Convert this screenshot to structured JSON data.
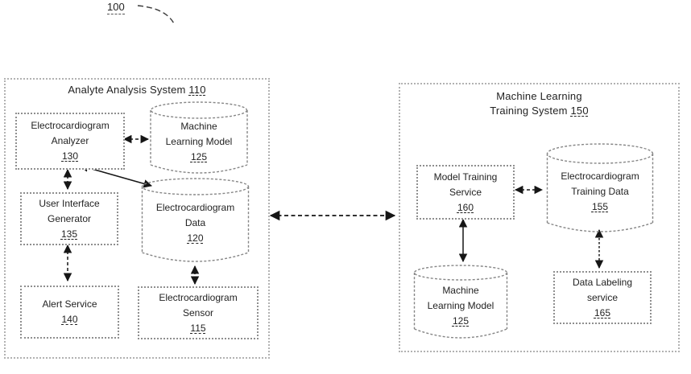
{
  "figure": {
    "ref": "100"
  },
  "analyte_system": {
    "title": "Analyte Analysis System",
    "number": "110",
    "nodes": {
      "analyzer": {
        "shape": "box",
        "lines": [
          "Electrocardiogram",
          "Analyzer"
        ],
        "number": "130"
      },
      "ml_model": {
        "shape": "cylinder",
        "lines": [
          "Machine",
          "Learning Model"
        ],
        "number": "125"
      },
      "ui_generator": {
        "shape": "box",
        "lines": [
          "User Interface",
          "Generator"
        ],
        "number": "135"
      },
      "ecg_data": {
        "shape": "cylinder",
        "lines": [
          "Electrocardiogram",
          "Data"
        ],
        "number": "120"
      },
      "alert_service": {
        "shape": "box",
        "lines": [
          "Alert Service"
        ],
        "number": "140"
      },
      "ecg_sensor": {
        "shape": "box",
        "lines": [
          "Electrocardiogram",
          "Sensor"
        ],
        "number": "115"
      }
    }
  },
  "training_system": {
    "title_line1": "Machine Learning",
    "title_line2": "Training System",
    "number": "150",
    "nodes": {
      "model_training_service": {
        "shape": "box",
        "lines": [
          "Model Training",
          "Service"
        ],
        "number": "160"
      },
      "ecg_training_data": {
        "shape": "cylinder",
        "lines": [
          "Electrocardiogram",
          "Training Data"
        ],
        "number": "155"
      },
      "ml_model": {
        "shape": "cylinder",
        "lines": [
          "Machine",
          "Learning Model"
        ],
        "number": "125"
      },
      "data_labeling_service": {
        "shape": "box",
        "lines": [
          "Data Labeling",
          "service"
        ],
        "number": "165"
      }
    }
  },
  "connections": [
    {
      "from": "electrocardiogram-analyzer-130",
      "to": "machine-learning-model-125",
      "style": "dashed",
      "bidirectional": true
    },
    {
      "from": "electrocardiogram-analyzer-130",
      "to": "user-interface-generator-135",
      "style": "dashed",
      "bidirectional": true
    },
    {
      "from": "electrocardiogram-analyzer-130",
      "to": "electrocardiogram-data-120",
      "style": "solid",
      "bidirectional": true
    },
    {
      "from": "user-interface-generator-135",
      "to": "alert-service-140",
      "style": "dashed",
      "bidirectional": true
    },
    {
      "from": "electrocardiogram-data-120",
      "to": "electrocardiogram-sensor-115",
      "style": "dashed",
      "bidirectional": true
    },
    {
      "from": "analyte-analysis-system-110",
      "to": "machine-learning-training-system-150",
      "style": "dashed",
      "bidirectional": true
    },
    {
      "from": "model-training-service-160",
      "to": "electrocardiogram-training-data-155",
      "style": "dashed",
      "bidirectional": true
    },
    {
      "from": "model-training-service-160",
      "to": "machine-learning-model-125",
      "style": "solid",
      "bidirectional": true
    },
    {
      "from": "electrocardiogram-training-data-155",
      "to": "data-labeling-service-165",
      "style": "dashed",
      "bidirectional": true
    }
  ]
}
